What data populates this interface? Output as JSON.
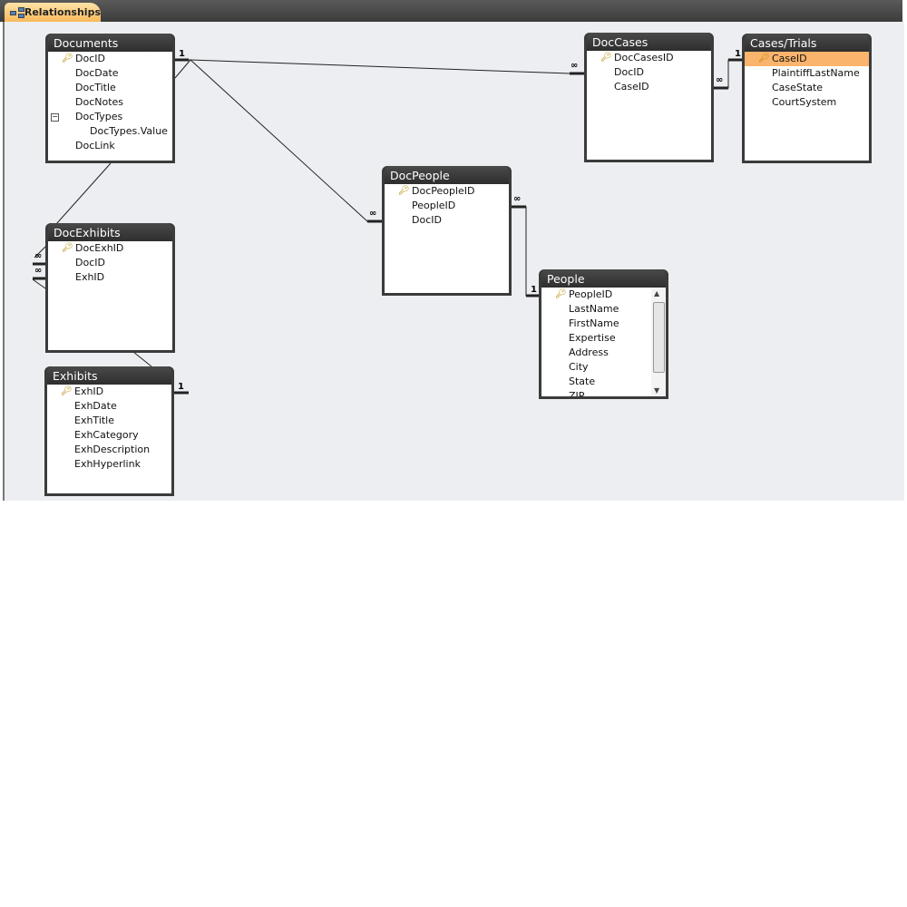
{
  "tab": {
    "label": "Relationships",
    "icon": "relationships-icon"
  },
  "tables": [
    {
      "id": "documents",
      "title": "Documents",
      "fields": [
        {
          "name": "DocID",
          "key": true
        },
        {
          "name": "DocDate"
        },
        {
          "name": "DocTitle"
        },
        {
          "name": "DocNotes"
        },
        {
          "name": "DocTypes",
          "expand": true
        },
        {
          "name": "DocTypes.Value",
          "sub": true
        },
        {
          "name": "DocLink"
        }
      ]
    },
    {
      "id": "doccases",
      "title": "DocCases",
      "fields": [
        {
          "name": "DocCasesID",
          "key": true
        },
        {
          "name": "DocID"
        },
        {
          "name": "CaseID"
        }
      ]
    },
    {
      "id": "cases-trials",
      "title": "Cases/Trials",
      "fields": [
        {
          "name": "CaseID",
          "key": true,
          "selected": true
        },
        {
          "name": "PlaintiffLastName"
        },
        {
          "name": "CaseState"
        },
        {
          "name": "CourtSystem"
        }
      ]
    },
    {
      "id": "docpeople",
      "title": "DocPeople",
      "fields": [
        {
          "name": "DocPeopleID",
          "key": true
        },
        {
          "name": "PeopleID"
        },
        {
          "name": "DocID"
        }
      ]
    },
    {
      "id": "people",
      "title": "People",
      "scroll": true,
      "fields": [
        {
          "name": "PeopleID",
          "key": true
        },
        {
          "name": "LastName"
        },
        {
          "name": "FirstName"
        },
        {
          "name": "Expertise"
        },
        {
          "name": "Address"
        },
        {
          "name": "City"
        },
        {
          "name": "State"
        },
        {
          "name": "ZIP"
        }
      ]
    },
    {
      "id": "docexhibits",
      "title": "DocExhibits",
      "fields": [
        {
          "name": "DocExhID",
          "key": true
        },
        {
          "name": "DocID"
        },
        {
          "name": "ExhID"
        }
      ]
    },
    {
      "id": "exhibits",
      "title": "Exhibits",
      "fields": [
        {
          "name": "ExhID",
          "key": true
        },
        {
          "name": "ExhDate"
        },
        {
          "name": "ExhTitle"
        },
        {
          "name": "ExhCategory"
        },
        {
          "name": "ExhDescription"
        },
        {
          "name": "ExhHyperlink"
        }
      ]
    }
  ],
  "cardinality": {
    "one": "1",
    "many": "∞"
  },
  "colors": {
    "selected": "#fbb46c",
    "header": "#3b3b3b",
    "canvas": "#eceef1"
  }
}
